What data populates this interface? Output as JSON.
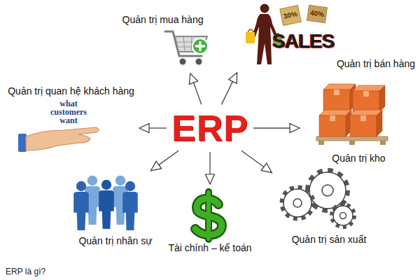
{
  "diagram": {
    "caption": "ERP là gì?",
    "nodes": [
      {
        "text": [
          "ERP"
        ]
      },
      {
        "text": [
          "Quản trị mua hàng"
        ]
      },
      {
        "text": [
          "Quản trị bán hàng"
        ]
      },
      {
        "text": [
          "Quản trị quan hệ khách hàng"
        ]
      },
      {
        "text": [
          "Quản trị kho"
        ]
      },
      {
        "text": [
          "Quản trị nhân sự"
        ]
      },
      {
        "text": [
          "Tài chính – kế toán"
        ]
      },
      {
        "text": [
          "Quản trị sản xuất"
        ]
      }
    ],
    "edges": [
      {
        "from": 0,
        "to": 1,
        "arrow": "to"
      },
      {
        "from": 0,
        "to": 2,
        "arrow": "to"
      },
      {
        "from": 0,
        "to": 3,
        "arrow": "to"
      },
      {
        "from": 0,
        "to": 4,
        "arrow": "to"
      },
      {
        "from": 0,
        "to": 5,
        "arrow": "to"
      },
      {
        "from": 0,
        "to": 6,
        "arrow": "to"
      },
      {
        "from": 0,
        "to": 7,
        "arrow": "to"
      }
    ],
    "labels": [
      "30%",
      "40%",
      "SALES",
      "what customers want"
    ]
  }
}
